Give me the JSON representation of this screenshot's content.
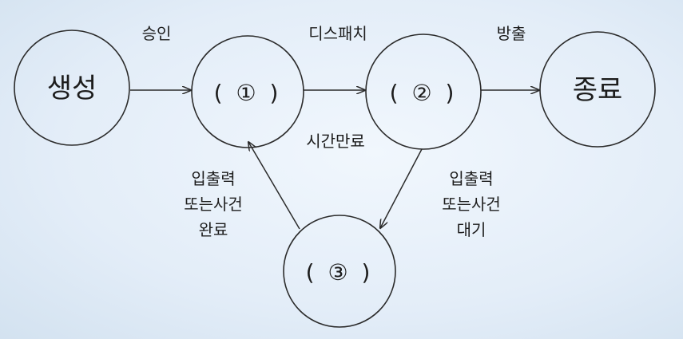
{
  "nodes": {
    "create": "생성",
    "state1": "( ① )",
    "state2": "( ② )",
    "terminate": "종료",
    "state3": "( ③ )"
  },
  "edges": {
    "admit": "승인",
    "dispatch": "디스패치",
    "exit": "방출",
    "timeout": "시간만료",
    "io_wait": [
      "입출력",
      "또는사건",
      "대기"
    ],
    "io_complete": [
      "입출력",
      "또는사건",
      "완료"
    ]
  }
}
